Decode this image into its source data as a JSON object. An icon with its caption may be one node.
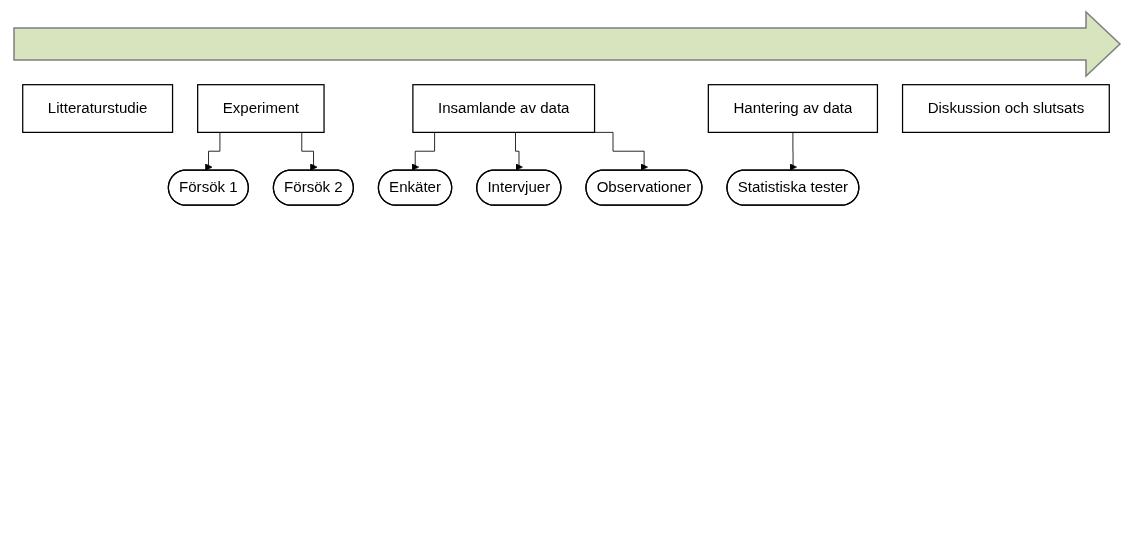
{
  "diagram": {
    "nodes": [
      {
        "text": [
          "Litteraturstudie"
        ]
      },
      {
        "text": [
          "Experiment"
        ]
      },
      {
        "text": [
          "Insamlande av data"
        ]
      },
      {
        "text": [
          "Hantering av data"
        ]
      },
      {
        "text": [
          "Diskussion och slutsats"
        ]
      },
      {
        "text": [
          "Försök 1"
        ]
      },
      {
        "text": [
          "Försök 2"
        ]
      },
      {
        "text": [
          "Enkäter"
        ]
      },
      {
        "text": [
          "Intervjuer"
        ]
      },
      {
        "text": [
          "Observationer"
        ]
      },
      {
        "text": [
          "Statistiska tester"
        ]
      }
    ],
    "edges": [
      {
        "from": 1,
        "to": 5,
        "arrow": "to"
      },
      {
        "from": 1,
        "to": 6,
        "arrow": "to"
      },
      {
        "from": 2,
        "to": 7,
        "arrow": "to"
      },
      {
        "from": 2,
        "to": 8,
        "arrow": "to"
      },
      {
        "from": 2,
        "to": 9,
        "arrow": "to"
      },
      {
        "from": 3,
        "to": 10,
        "arrow": "to"
      }
    ]
  }
}
